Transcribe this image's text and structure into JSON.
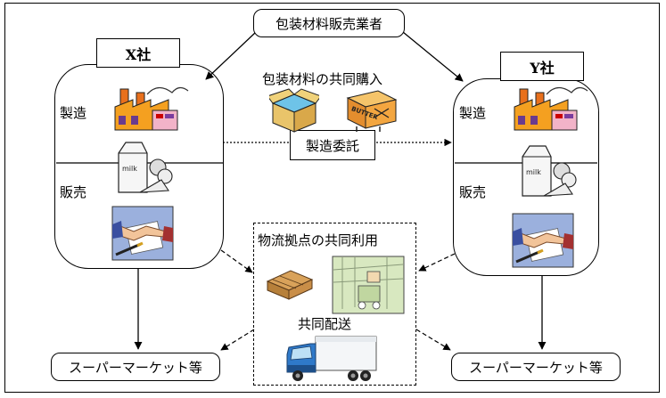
{
  "supplier": "包装材料販売業者",
  "company_x": {
    "name": "X社",
    "manufacturing": "製造",
    "sales": "販売"
  },
  "company_y": {
    "name": "Y社",
    "manufacturing": "製造",
    "sales": "販売"
  },
  "joint_purchase": "包装材料の共同購入",
  "butter_box_text": "BUTTER",
  "consignment": "製造委託",
  "logistics_joint_use": "物流拠点の共同利用",
  "joint_delivery": "共同配送",
  "milk_text": "milk",
  "supermarket_left": "スーパーマーケット等",
  "supermarket_right": "スーパーマーケット等"
}
